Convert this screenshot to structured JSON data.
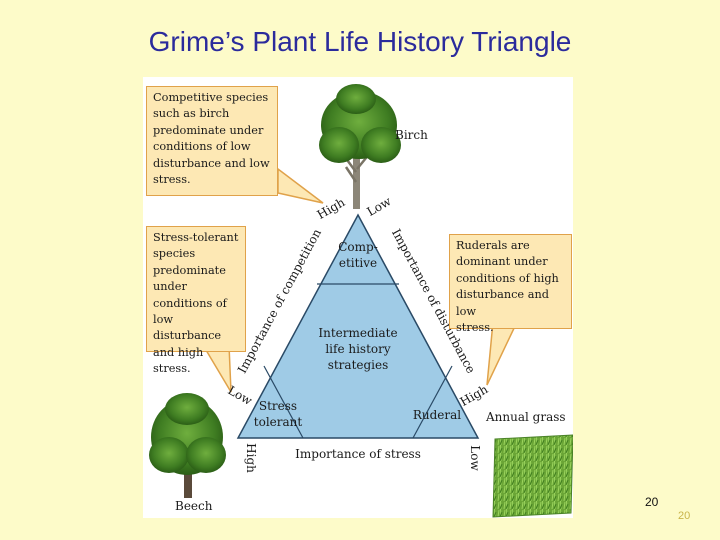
{
  "slide": {
    "title": "Grime’s Plant Life History Triangle",
    "page_number": "20",
    "page_number_shadow": "20"
  },
  "callouts": {
    "competitive": "Competitive species\nsuch as birch\npredominate under\nconditions of low\ndisturbance and low\nstress.",
    "stress_tolerant": "Stress-tolerant\nspecies\npredominate\nunder\nconditions of\nlow disturbance\nand high stress.",
    "ruderal": "Ruderals are\ndominant under\nconditions of high\ndisturbance and low\nstress."
  },
  "triangle": {
    "corner_competitive_1": "Comp-",
    "corner_competitive_2": "etitive",
    "center_1": "Intermediate",
    "center_2": "life history",
    "center_3": "strategies",
    "corner_stress_1": "Stress",
    "corner_stress_2": "tolerant",
    "corner_ruderal": "Ruderal"
  },
  "axes": {
    "competition_label": "Importance of competition",
    "disturbance_label": "Importance of disturbance",
    "stress_label": "Importance of stress",
    "top_left_high": "High",
    "top_right_low": "Low",
    "left_low": "Low",
    "right_high": "High",
    "bottom_left_high": "High",
    "bottom_right_low": "Low"
  },
  "plants": {
    "birch": "Birch",
    "beech": "Beech",
    "annual_grass": "Annual grass"
  },
  "colors": {
    "title": "#2b2b9c",
    "background": "#fdfbc9",
    "triangle_fill": "#9fcbe6",
    "callout_fill": "#fde8b4",
    "callout_border": "#e0a24a"
  }
}
